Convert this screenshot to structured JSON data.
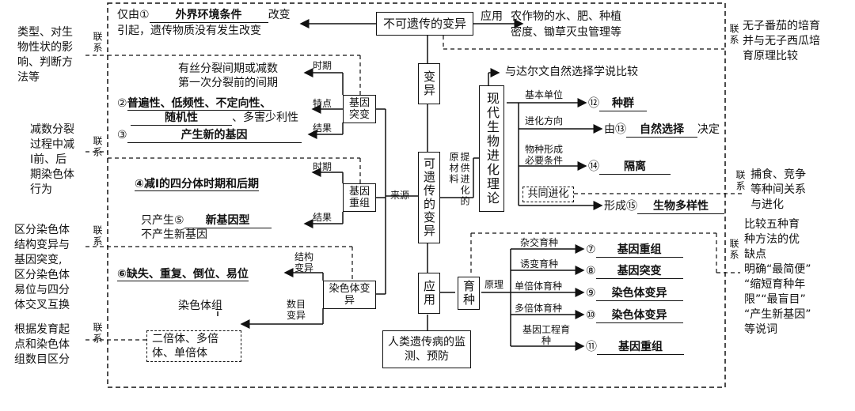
{
  "center": {
    "bianyi": "变异",
    "kyc": "可遗传的变异",
    "yingyong": "应用",
    "buky": "不可遗传的变异",
    "xiandai": "现代生物进化理论",
    "yuzhong": "育种",
    "human": "人类遗传病的监测、预防"
  },
  "top": {
    "line1_prefix": "仅由①",
    "line1_answer": "外界环境条件",
    "line1_suffix": "改变",
    "line2": "引起，遗传物质没有发生改变",
    "yingyong_label": "应用",
    "app_line1": "农作物的水、肥、种植",
    "app_line2": "密度、锄草灭虫管理等"
  },
  "left_notes": {
    "n1": [
      "类型、对生",
      "物性状的影",
      "响、判断方",
      "法等"
    ],
    "n2": [
      "减数分裂",
      "过程中减",
      "Ⅰ前、后",
      "期染色体",
      "行为"
    ],
    "n3": [
      "区分染色体",
      "结构变异与",
      "基因突变,",
      "区分染色体",
      "易位与四分",
      "体交叉互换"
    ],
    "n4": [
      "根据发育起",
      "点和染色体",
      "组数目区分"
    ],
    "lianxi": "联系"
  },
  "right_notes": {
    "n1": [
      "无子番茄的培育",
      "并与无子西瓜培",
      "育原理比较"
    ],
    "n2": [
      "捕食、竞争",
      "等种间关系",
      "与进化"
    ],
    "n3": [
      "比较五种育",
      "种方法的优",
      "缺点",
      "明确“最简便”",
      "“缩短育种年",
      "限”“最盲目”",
      "“产生新基因”",
      "等说词"
    ],
    "lianxi": "联系"
  },
  "mutation": {
    "box": "基因突变",
    "shiqi": "时期",
    "tedian": "特点",
    "jieguo": "结果",
    "period_l1": "有丝分裂间期或减数",
    "period_l2": "第一次分裂前的间期",
    "feat_num": "②",
    "feat_a1": "普遍性、低频性、不定向性、",
    "feat_a2": "随机性",
    "feat_tail": "、多害少利性",
    "res_num": "③",
    "res_answer": "产生新的基因"
  },
  "recomb": {
    "box": "基因重组",
    "shiqi": "时期",
    "jieguo": "结果",
    "laiyuan": "来源",
    "period": "④减Ⅰ的四分体时期和后期",
    "res_prefix": "只产生⑤",
    "res_answer": "新基因型",
    "res_line2": "不产生新基因"
  },
  "chrom": {
    "box": "染色体变异",
    "jiegou": "结构变异",
    "shumu": "数目变异",
    "struct_answer": "⑥缺失、重复、倒位、易位",
    "zu": "染色体组",
    "ploidy": "二倍体、多倍体、单倍体"
  },
  "evolution": {
    "tigong": "提供进化的原材料",
    "darwin": "与达尔文自然选择学说比较",
    "unit_label": "基本单位",
    "unit_num": "⑫",
    "unit_answer": "种群",
    "dir_label": "进化方向",
    "dir_prefix": "由⑬",
    "dir_answer": "自然选择",
    "dir_suffix": "决定",
    "spec_l1": "物种形成",
    "spec_l2": "必要条件",
    "spec_num": "⑭",
    "spec_answer": "隔离",
    "coevo": "共同进化",
    "form_prefix": "形成⑮",
    "form_answer": "生物多样性"
  },
  "breeding": {
    "yuanli": "原理",
    "items": [
      {
        "label": "杂交育种",
        "num": "⑦",
        "answer": "基因重组"
      },
      {
        "label": "诱变育种",
        "num": "⑧",
        "answer": "基因突变"
      },
      {
        "label": "单倍体育种",
        "num": "⑨",
        "answer": "染色体变异"
      },
      {
        "label": "多倍体育种",
        "num": "⑩",
        "answer": "染色体变异"
      },
      {
        "label": "基因工程育种",
        "num": "⑪",
        "answer": "基因重组"
      }
    ]
  }
}
